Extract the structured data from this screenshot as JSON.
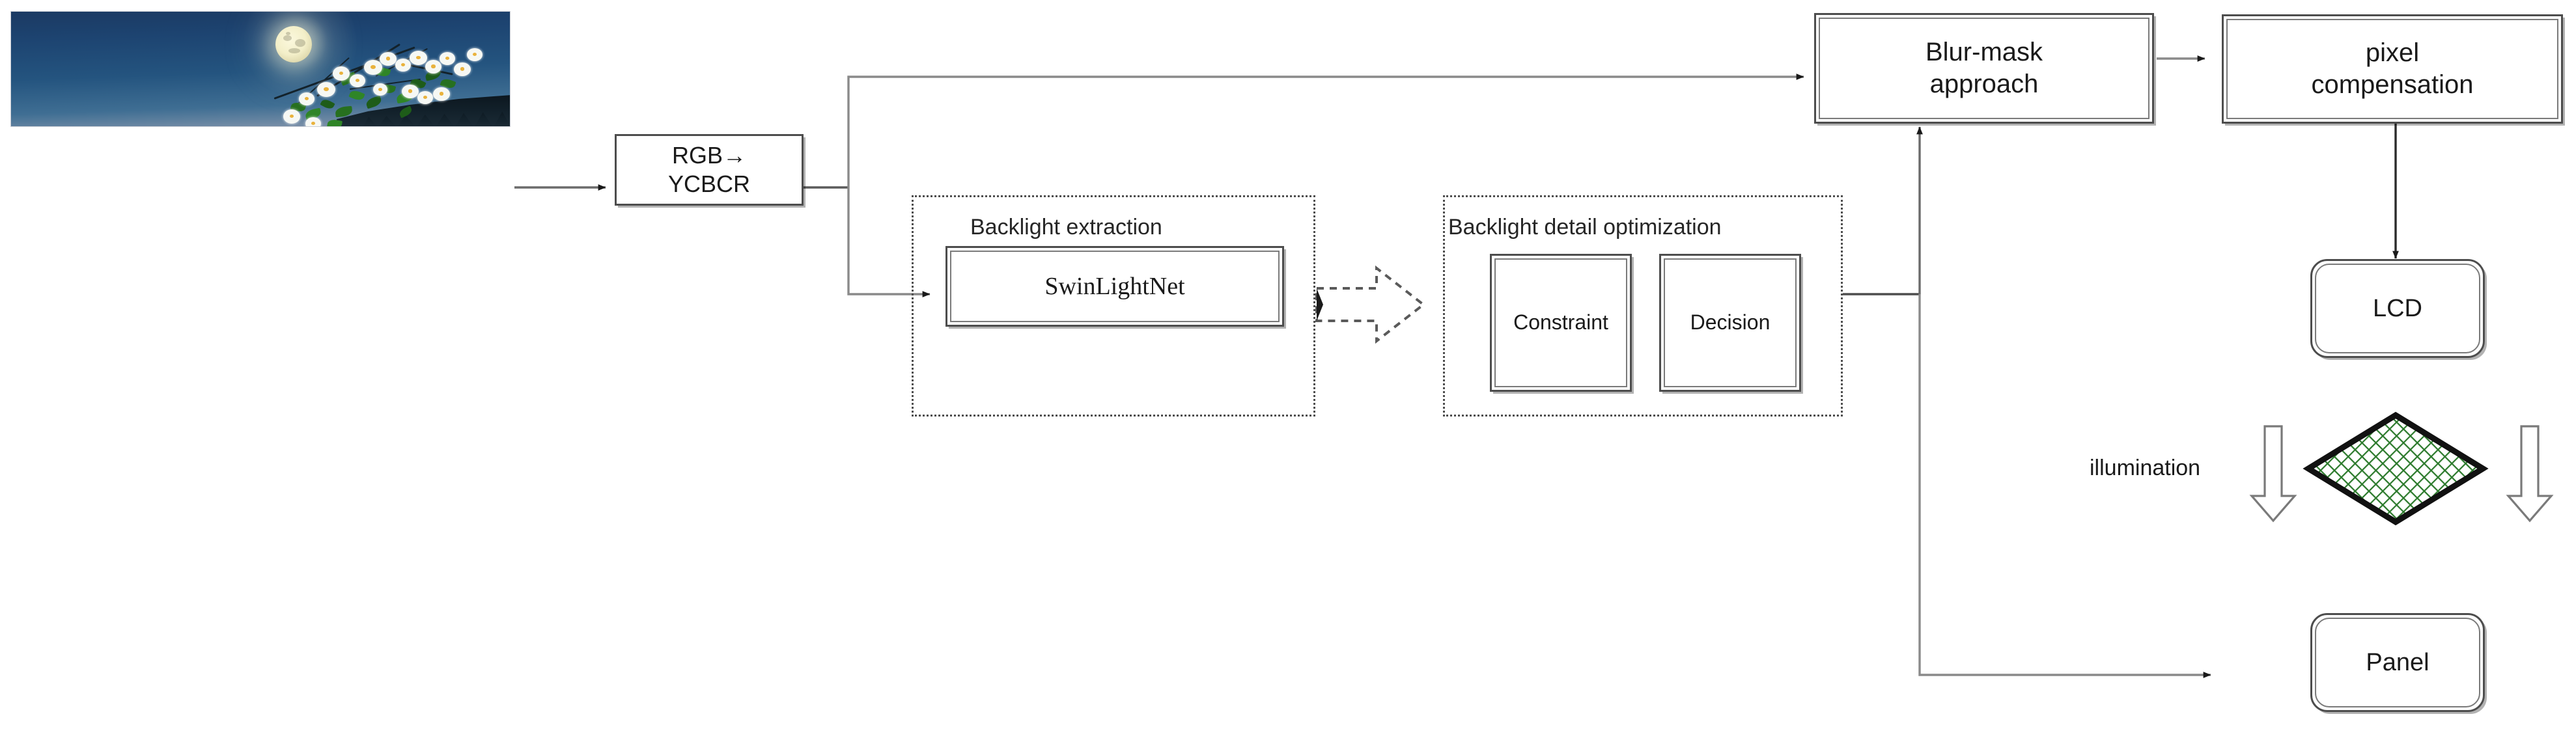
{
  "diagram": {
    "title_present": false,
    "nodes": {
      "colorspace": {
        "label": "RGB→\nYCBCR",
        "line1": "RGB→",
        "line2": "YCBCR"
      },
      "swinlightnet": {
        "label": "SwinLightNet"
      },
      "constraint": {
        "label": "Constraint"
      },
      "decision": {
        "label": "Decision"
      },
      "blur_mask": {
        "line1": "Blur-mask",
        "line2": "approach"
      },
      "pixel_comp": {
        "line1": "pixel",
        "line2": "compensation"
      },
      "lcd": {
        "label": "LCD"
      },
      "panel": {
        "label": "Panel"
      }
    },
    "groups": {
      "backlight_extraction": {
        "title": "Backlight extraction"
      },
      "backlight_detail_optimization": {
        "title": "Backlight detail optimization"
      }
    },
    "annotations": {
      "illumination": {
        "label": "illumination"
      }
    },
    "image": {
      "name": "input-image-moon-blossoms",
      "description": "night sky with full moon, white blossoms and dark tiled roof"
    },
    "icons": {
      "block_arrow": "dashed-block-arrow-icon",
      "down_arrow_left": "hollow-down-arrow-icon",
      "down_arrow_right": "hollow-down-arrow-icon",
      "backlight_mesh": "green-mesh-diamond-icon"
    },
    "colors": {
      "stroke": "#4d4d4d",
      "text": "#1a1a1a",
      "mesh_green": "#2c7a2c",
      "mesh_border": "#111111",
      "sky_blue": "#1d4471",
      "moon": "#f5f1cd",
      "background": "#ffffff"
    }
  }
}
